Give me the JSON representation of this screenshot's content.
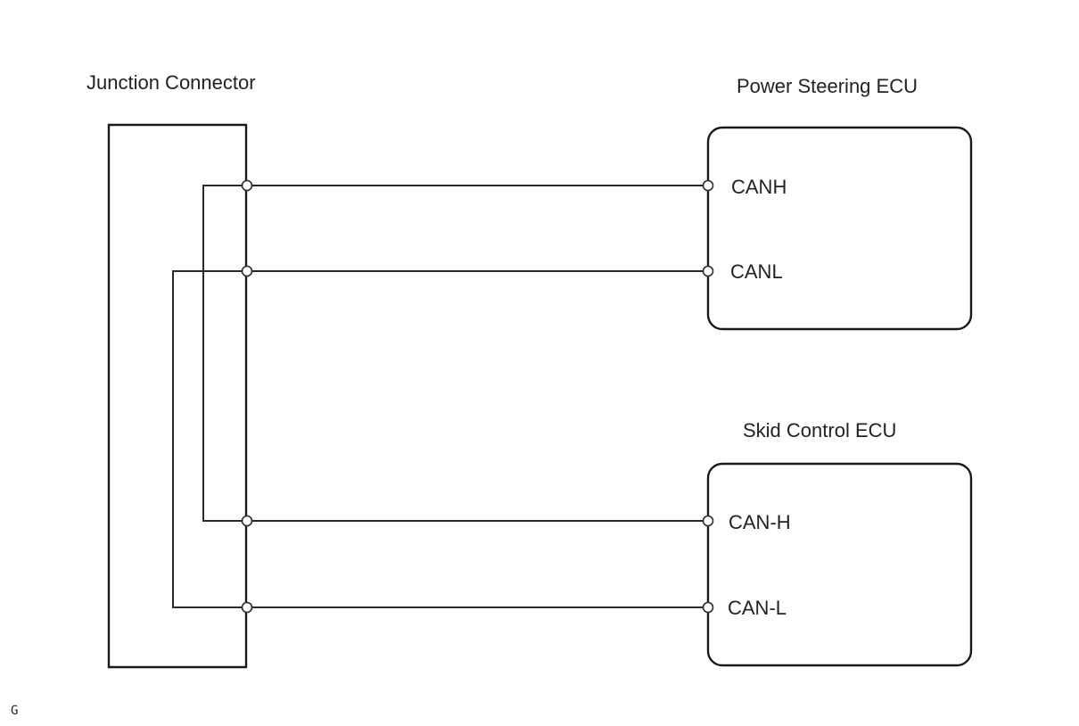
{
  "components": {
    "junction": {
      "title": "Junction Connector"
    },
    "power_steering": {
      "title": "Power Steering ECU",
      "pins": [
        "CANH",
        "CANL"
      ]
    },
    "skid_control": {
      "title": "Skid Control ECU",
      "pins": [
        "CAN-H",
        "CAN-L"
      ]
    }
  },
  "figure_ref": "G"
}
